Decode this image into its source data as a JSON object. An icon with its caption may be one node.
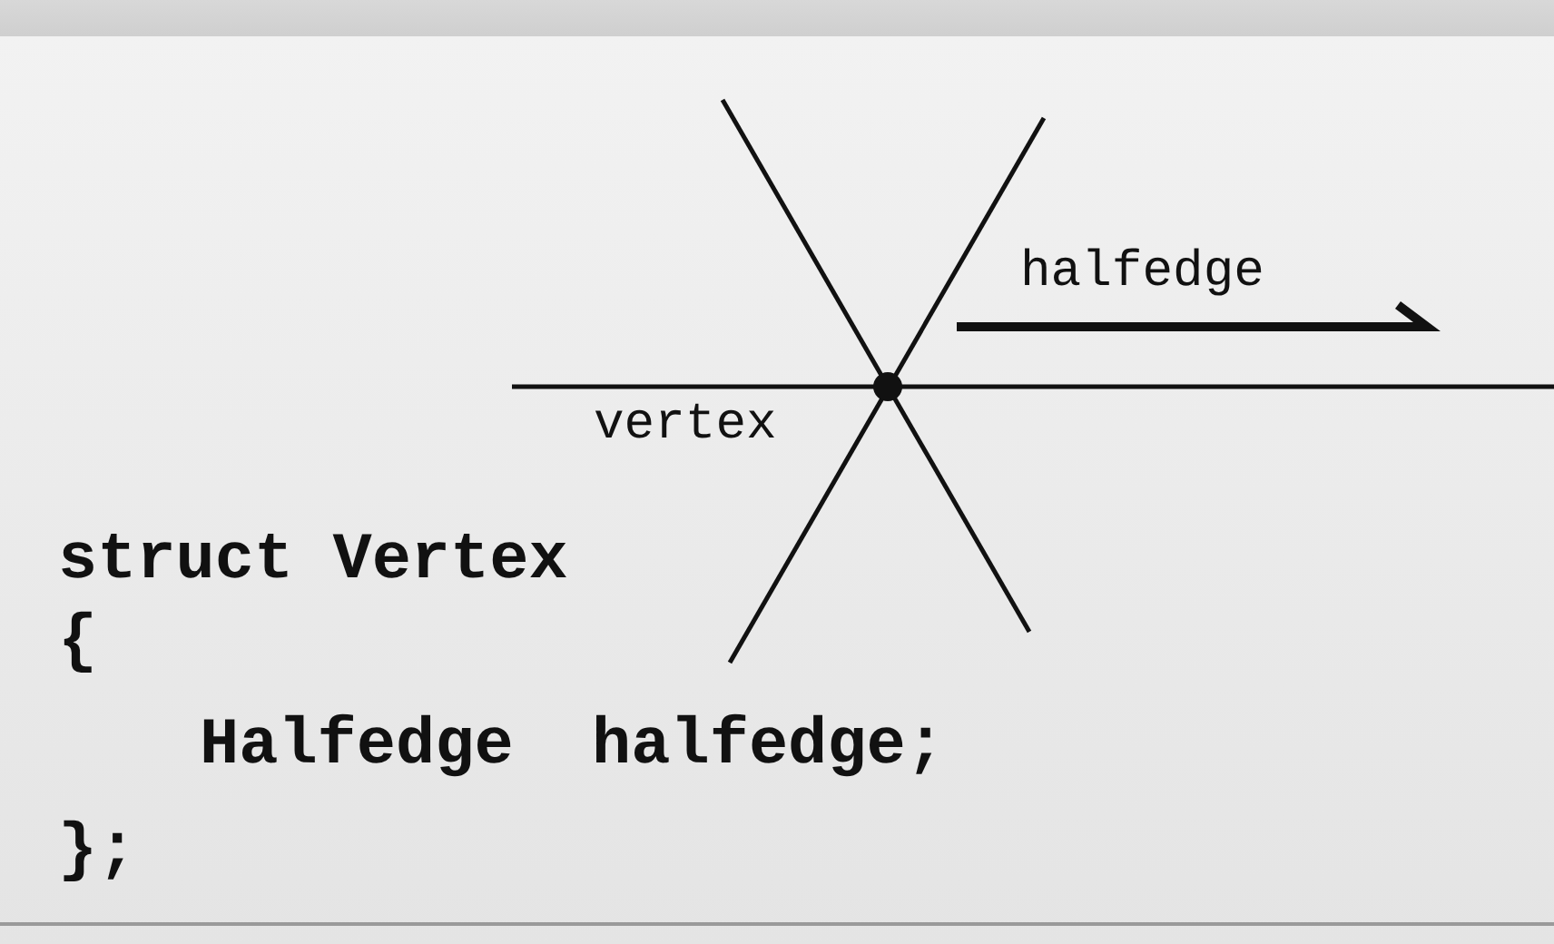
{
  "diagram": {
    "labels": [
      "halfedge",
      "vertex",
      "struct Vertex",
      "{",
      "Halfedge  halfedge;",
      "};"
    ]
  }
}
